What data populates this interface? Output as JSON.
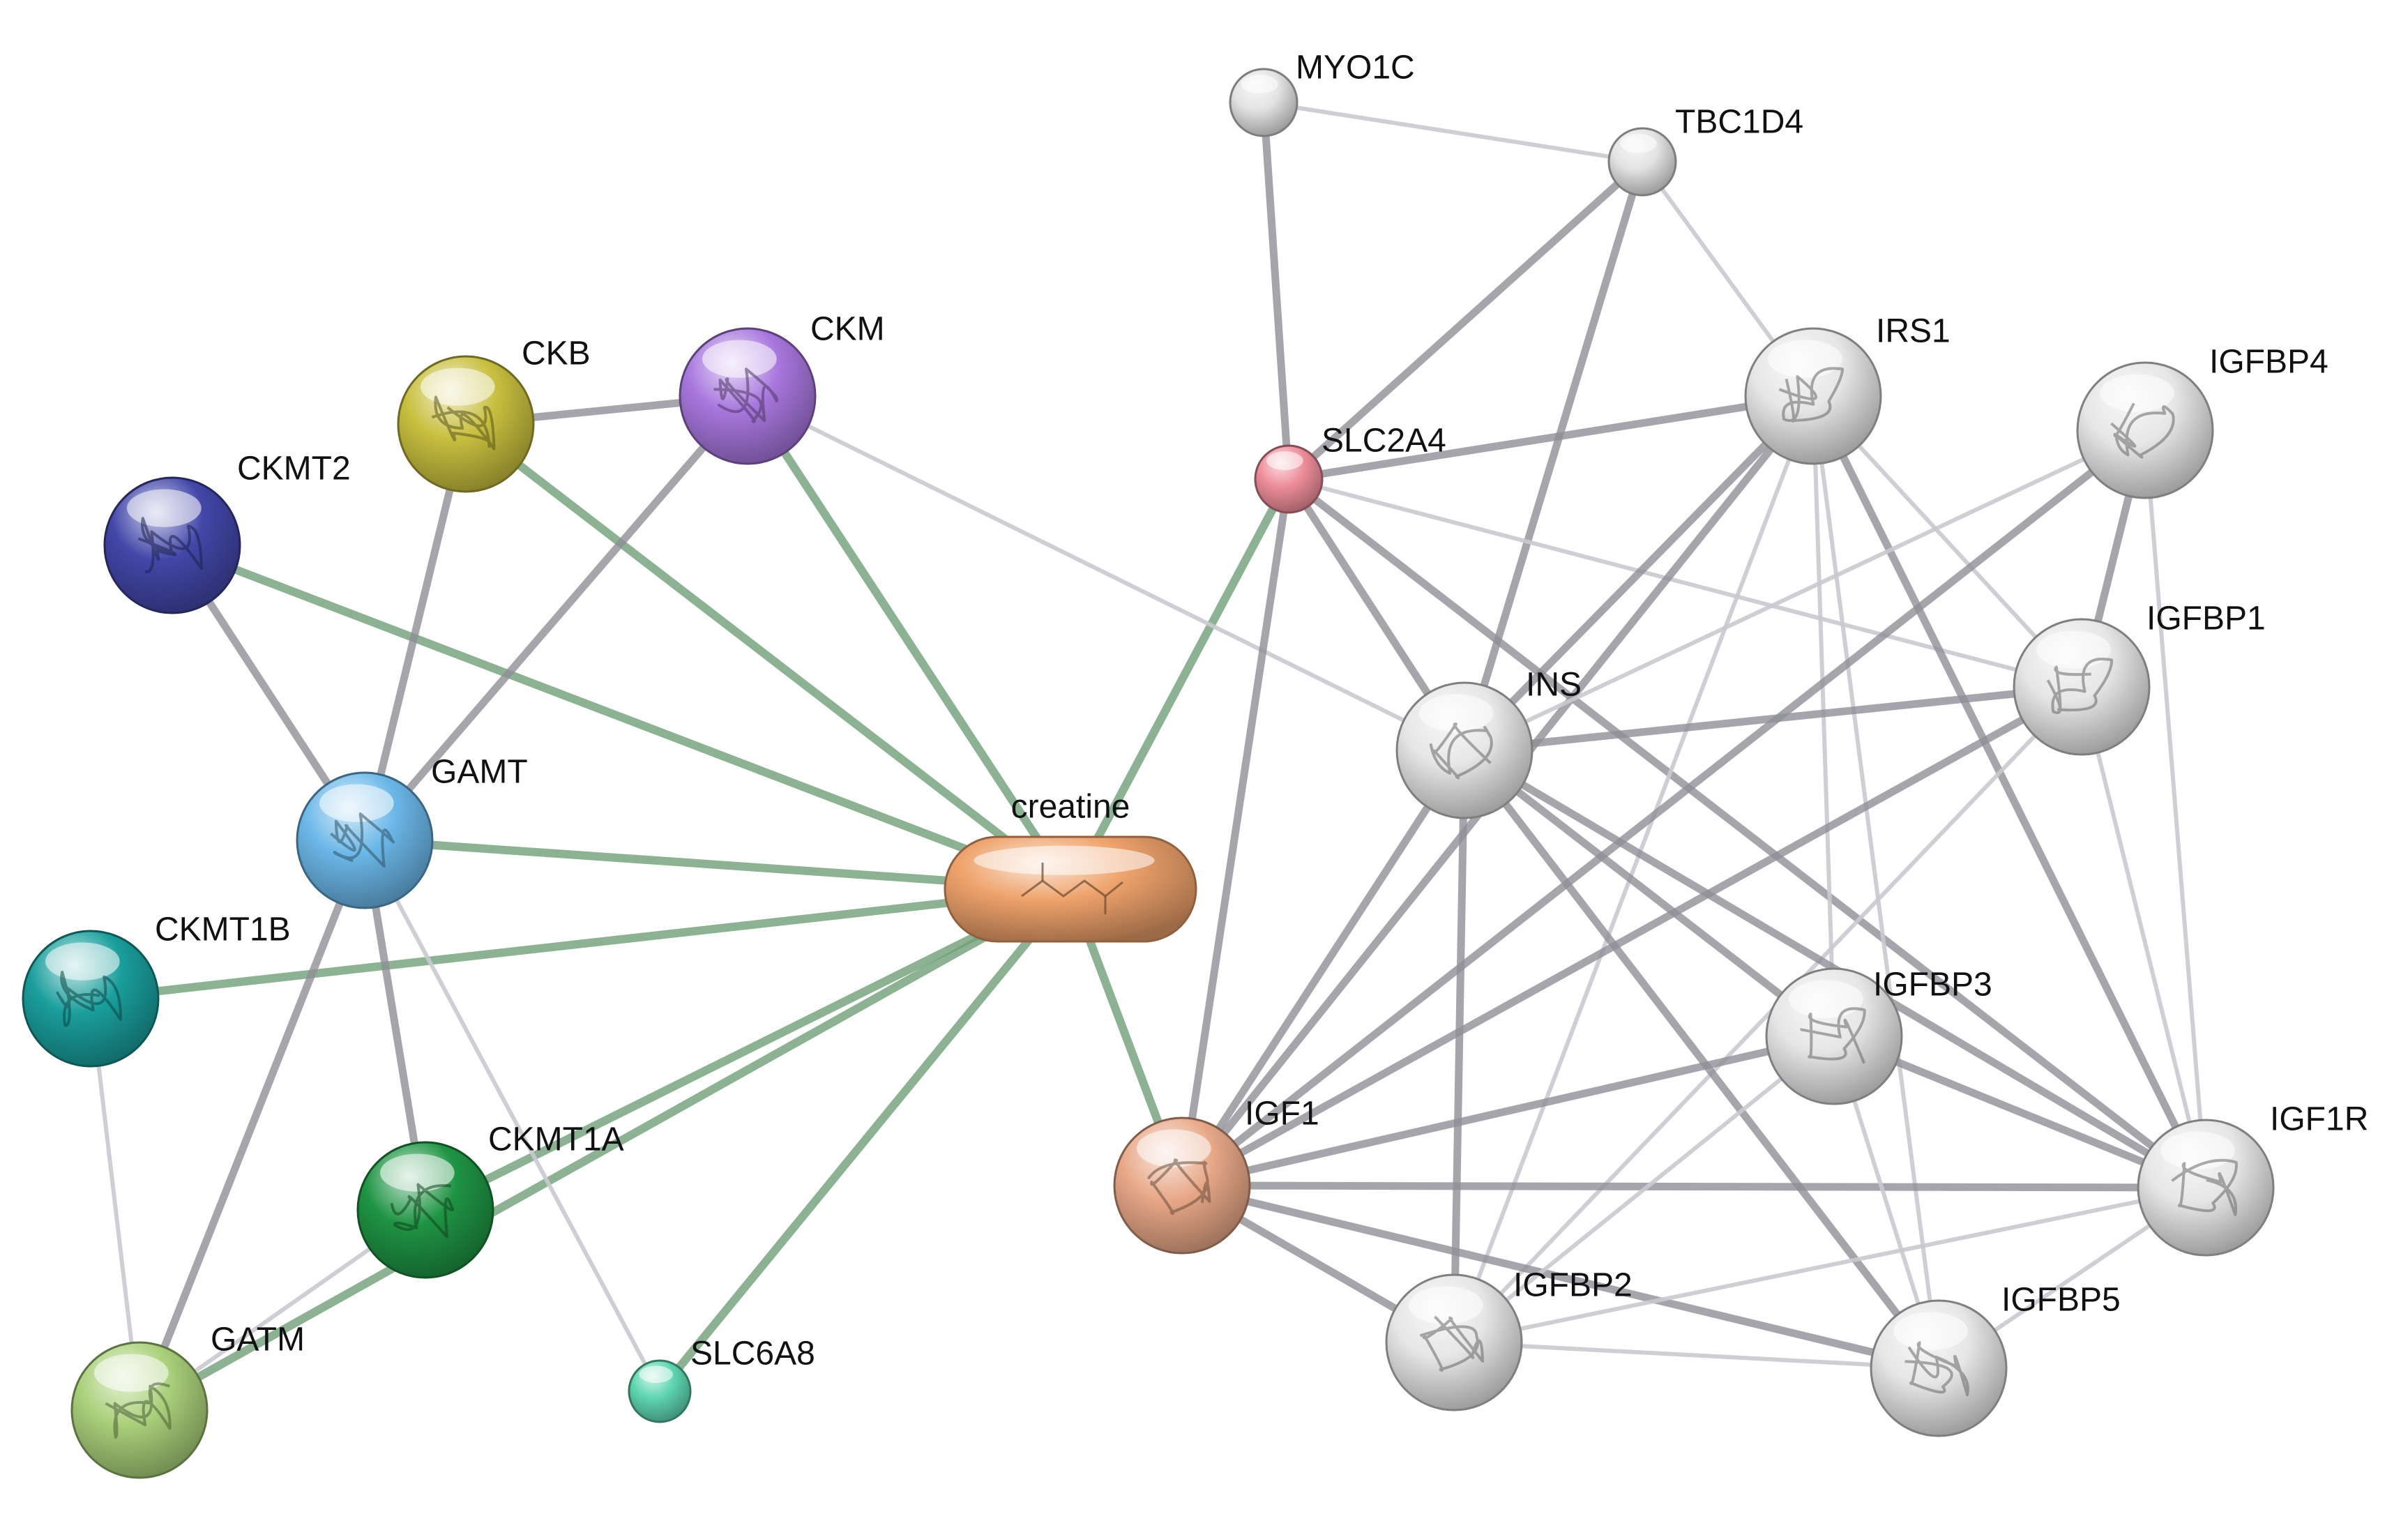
{
  "diagram": {
    "colors": {
      "edge_default": "#8e8e96",
      "edge_light": "#c9c9cf",
      "edge_creatine": "#6f9f78"
    },
    "nodes": [
      {
        "id": "creatine",
        "label": "creatine",
        "shape": "pill",
        "color": "#eea26b",
        "icon": "molecule-icon"
      },
      {
        "id": "CKB",
        "label": "CKB",
        "shape": "sphere",
        "color": "#c8bf3f",
        "icon": "protein-structure-icon"
      },
      {
        "id": "CKM",
        "label": "CKM",
        "shape": "sphere",
        "color": "#a877de",
        "icon": "protein-structure-icon"
      },
      {
        "id": "CKMT2",
        "label": "CKMT2",
        "shape": "sphere",
        "color": "#4347a8",
        "icon": "protein-structure-icon"
      },
      {
        "id": "GAMT",
        "label": "GAMT",
        "shape": "sphere",
        "color": "#6bb7e8",
        "icon": "protein-structure-icon"
      },
      {
        "id": "CKMT1B",
        "label": "CKMT1B",
        "shape": "sphere",
        "color": "#1a9e9c",
        "icon": "protein-structure-icon"
      },
      {
        "id": "CKMT1A",
        "label": "CKMT1A",
        "shape": "sphere",
        "color": "#1f9444",
        "icon": "protein-structure-icon"
      },
      {
        "id": "GATM",
        "label": "GATM",
        "shape": "sphere",
        "color": "#a9d07a",
        "icon": "protein-structure-icon"
      },
      {
        "id": "SLC6A8",
        "label": "SLC6A8",
        "shape": "sphere",
        "color": "#5fd6b0",
        "icon": ""
      },
      {
        "id": "MYO1C",
        "label": "MYO1C",
        "shape": "sphere",
        "color": "#e3e3e3",
        "icon": ""
      },
      {
        "id": "TBC1D4",
        "label": "TBC1D4",
        "shape": "sphere",
        "color": "#e3e3e3",
        "icon": ""
      },
      {
        "id": "SLC2A4",
        "label": "SLC2A4",
        "shape": "sphere",
        "color": "#ee8e9a",
        "icon": ""
      },
      {
        "id": "IRS1",
        "label": "IRS1",
        "shape": "sphere",
        "color": "#e6e6e6",
        "icon": "protein-structure-icon"
      },
      {
        "id": "IGFBP4",
        "label": "IGFBP4",
        "shape": "sphere",
        "color": "#e6e6e6",
        "icon": "protein-structure-icon"
      },
      {
        "id": "IGFBP1",
        "label": "IGFBP1",
        "shape": "sphere",
        "color": "#e6e6e6",
        "icon": "protein-structure-icon"
      },
      {
        "id": "INS",
        "label": "INS",
        "shape": "sphere",
        "color": "#e6e6e6",
        "icon": "protein-structure-icon"
      },
      {
        "id": "IGFBP3",
        "label": "IGFBP3",
        "shape": "sphere",
        "color": "#e6e6e6",
        "icon": "protein-structure-icon"
      },
      {
        "id": "IGF1",
        "label": "IGF1",
        "shape": "sphere",
        "color": "#e8a888",
        "icon": "protein-structure-icon"
      },
      {
        "id": "IGF1R",
        "label": "IGF1R",
        "shape": "sphere",
        "color": "#e6e6e6",
        "icon": "protein-structure-icon"
      },
      {
        "id": "IGFBP2",
        "label": "IGFBP2",
        "shape": "sphere",
        "color": "#e6e6e6",
        "icon": "protein-structure-icon"
      },
      {
        "id": "IGFBP5",
        "label": "IGFBP5",
        "shape": "sphere",
        "color": "#e6e6e6",
        "icon": "protein-structure-icon"
      }
    ],
    "edges": [
      {
        "source": "creatine",
        "target": "CKMT2",
        "style": "creatine"
      },
      {
        "source": "creatine",
        "target": "CKB",
        "style": "creatine"
      },
      {
        "source": "creatine",
        "target": "CKM",
        "style": "creatine"
      },
      {
        "source": "creatine",
        "target": "GAMT",
        "style": "creatine"
      },
      {
        "source": "creatine",
        "target": "CKMT1B",
        "style": "creatine"
      },
      {
        "source": "creatine",
        "target": "CKMT1A",
        "style": "creatine"
      },
      {
        "source": "creatine",
        "target": "GATM",
        "style": "creatine"
      },
      {
        "source": "creatine",
        "target": "SLC6A8",
        "style": "creatine"
      },
      {
        "source": "creatine",
        "target": "SLC2A4",
        "style": "creatine"
      },
      {
        "source": "creatine",
        "target": "IGF1",
        "style": "creatine"
      },
      {
        "source": "CKB",
        "target": "CKM",
        "style": "default"
      },
      {
        "source": "CKB",
        "target": "GAMT",
        "style": "default"
      },
      {
        "source": "CKM",
        "target": "GAMT",
        "style": "default"
      },
      {
        "source": "CKMT2",
        "target": "GAMT",
        "style": "default"
      },
      {
        "source": "GAMT",
        "target": "CKMT1A",
        "style": "default"
      },
      {
        "source": "GAMT",
        "target": "GATM",
        "style": "default"
      },
      {
        "source": "GAMT",
        "target": "SLC6A8",
        "style": "light"
      },
      {
        "source": "CKMT1B",
        "target": "GATM",
        "style": "light"
      },
      {
        "source": "CKMT1A",
        "target": "GATM",
        "style": "light"
      },
      {
        "source": "CKM",
        "target": "INS",
        "style": "light"
      },
      {
        "source": "MYO1C",
        "target": "SLC2A4",
        "style": "default"
      },
      {
        "source": "MYO1C",
        "target": "TBC1D4",
        "style": "light"
      },
      {
        "source": "TBC1D4",
        "target": "SLC2A4",
        "style": "default"
      },
      {
        "source": "TBC1D4",
        "target": "INS",
        "style": "default"
      },
      {
        "source": "TBC1D4",
        "target": "IRS1",
        "style": "light"
      },
      {
        "source": "SLC2A4",
        "target": "IRS1",
        "style": "default"
      },
      {
        "source": "SLC2A4",
        "target": "INS",
        "style": "default"
      },
      {
        "source": "SLC2A4",
        "target": "IGF1",
        "style": "default"
      },
      {
        "source": "SLC2A4",
        "target": "IGFBP1",
        "style": "light"
      },
      {
        "source": "SLC2A4",
        "target": "IGF1R",
        "style": "default"
      },
      {
        "source": "IRS1",
        "target": "INS",
        "style": "default"
      },
      {
        "source": "IRS1",
        "target": "IGF1",
        "style": "default"
      },
      {
        "source": "IRS1",
        "target": "IGF1R",
        "style": "default"
      },
      {
        "source": "IRS1",
        "target": "IGFBP1",
        "style": "light"
      },
      {
        "source": "IRS1",
        "target": "IGFBP3",
        "style": "light"
      },
      {
        "source": "IRS1",
        "target": "IGFBP2",
        "style": "light"
      },
      {
        "source": "IRS1",
        "target": "IGFBP5",
        "style": "light"
      },
      {
        "source": "IGFBP4",
        "target": "IGFBP1",
        "style": "default"
      },
      {
        "source": "IGFBP4",
        "target": "IGF1",
        "style": "default"
      },
      {
        "source": "IGFBP4",
        "target": "INS",
        "style": "light"
      },
      {
        "source": "IGFBP4",
        "target": "IGF1R",
        "style": "light"
      },
      {
        "source": "IGFBP1",
        "target": "INS",
        "style": "default"
      },
      {
        "source": "IGFBP1",
        "target": "IGF1",
        "style": "default"
      },
      {
        "source": "IGFBP1",
        "target": "IGF1R",
        "style": "light"
      },
      {
        "source": "IGFBP1",
        "target": "IGFBP2",
        "style": "light"
      },
      {
        "source": "INS",
        "target": "IGF1",
        "style": "default"
      },
      {
        "source": "INS",
        "target": "IGF1R",
        "style": "default"
      },
      {
        "source": "INS",
        "target": "IGFBP2",
        "style": "default"
      },
      {
        "source": "INS",
        "target": "IGFBP3",
        "style": "default"
      },
      {
        "source": "INS",
        "target": "IGFBP5",
        "style": "default"
      },
      {
        "source": "IGF1",
        "target": "IGFBP3",
        "style": "default"
      },
      {
        "source": "IGF1",
        "target": "IGF1R",
        "style": "default"
      },
      {
        "source": "IGF1",
        "target": "IGFBP2",
        "style": "default"
      },
      {
        "source": "IGF1",
        "target": "IGFBP5",
        "style": "default"
      },
      {
        "source": "IGFBP3",
        "target": "IGF1R",
        "style": "default"
      },
      {
        "source": "IGFBP3",
        "target": "IGFBP5",
        "style": "light"
      },
      {
        "source": "IGFBP3",
        "target": "IGFBP2",
        "style": "light"
      },
      {
        "source": "IGFBP2",
        "target": "IGF1R",
        "style": "light"
      },
      {
        "source": "IGFBP2",
        "target": "IGFBP5",
        "style": "light"
      },
      {
        "source": "IGFBP5",
        "target": "IGF1R",
        "style": "light"
      }
    ]
  }
}
